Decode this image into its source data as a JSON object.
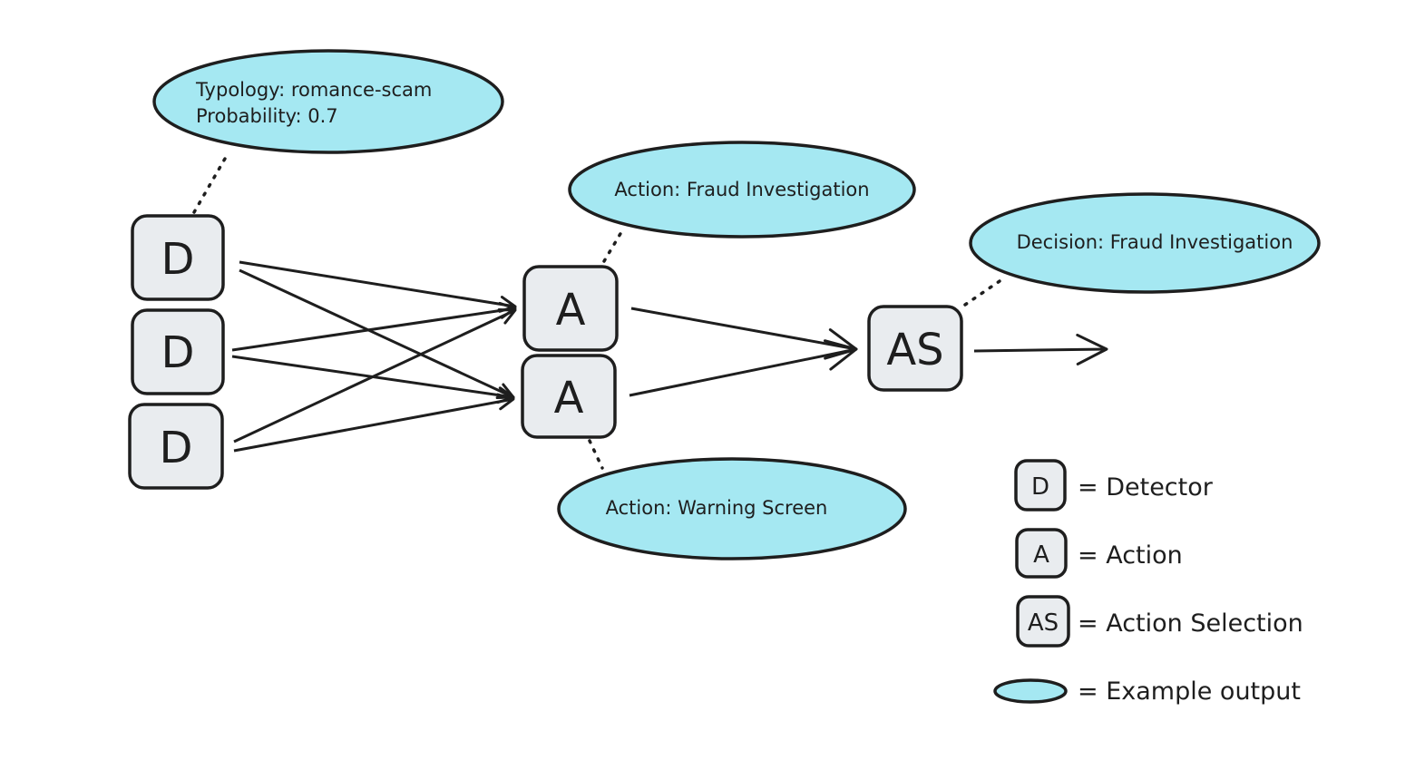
{
  "colors": {
    "bubble_fill": "#a5e8f2",
    "node_fill": "#e9ecef",
    "stroke": "#1e1e1e",
    "background": "#ffffff"
  },
  "nodes": {
    "detectors": [
      "D",
      "D",
      "D"
    ],
    "actions": [
      "A",
      "A"
    ],
    "action_selection": "AS"
  },
  "bubbles": {
    "detector_output": {
      "line1": "Typology: romance-scam",
      "line2": "Probability: 0.7"
    },
    "action_top": "Action: Fraud Investigation",
    "action_bottom": "Action: Warning Screen",
    "decision": "Decision: Fraud Investigation"
  },
  "legend": [
    {
      "symbol": "D",
      "label": "= Detector"
    },
    {
      "symbol": "A",
      "label": "= Action"
    },
    {
      "symbol": "AS",
      "label": "= Action Selection"
    },
    {
      "symbol": "ellipse",
      "label": "= Example output"
    }
  ]
}
